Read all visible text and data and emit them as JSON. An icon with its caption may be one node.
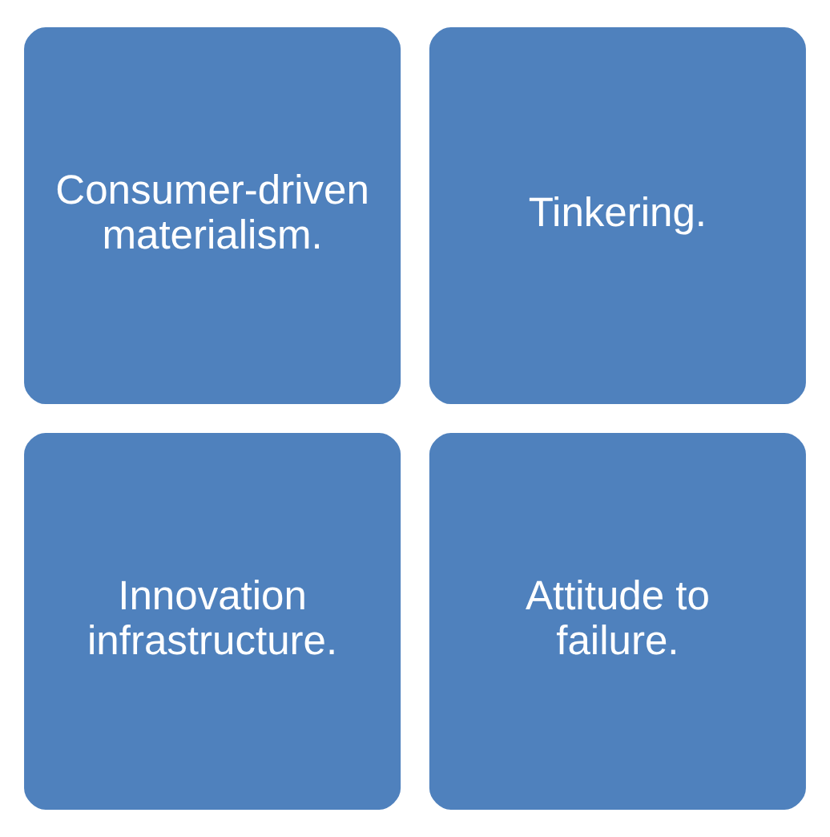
{
  "diagram": {
    "nodes": [
      {
        "text": [
          "Consumer-driven materialism."
        ]
      },
      {
        "text": [
          "Tinkering."
        ]
      },
      {
        "text": [
          "Innovation infrastructure."
        ]
      },
      {
        "text": [
          "Attitude to failure."
        ]
      }
    ],
    "edges": []
  }
}
